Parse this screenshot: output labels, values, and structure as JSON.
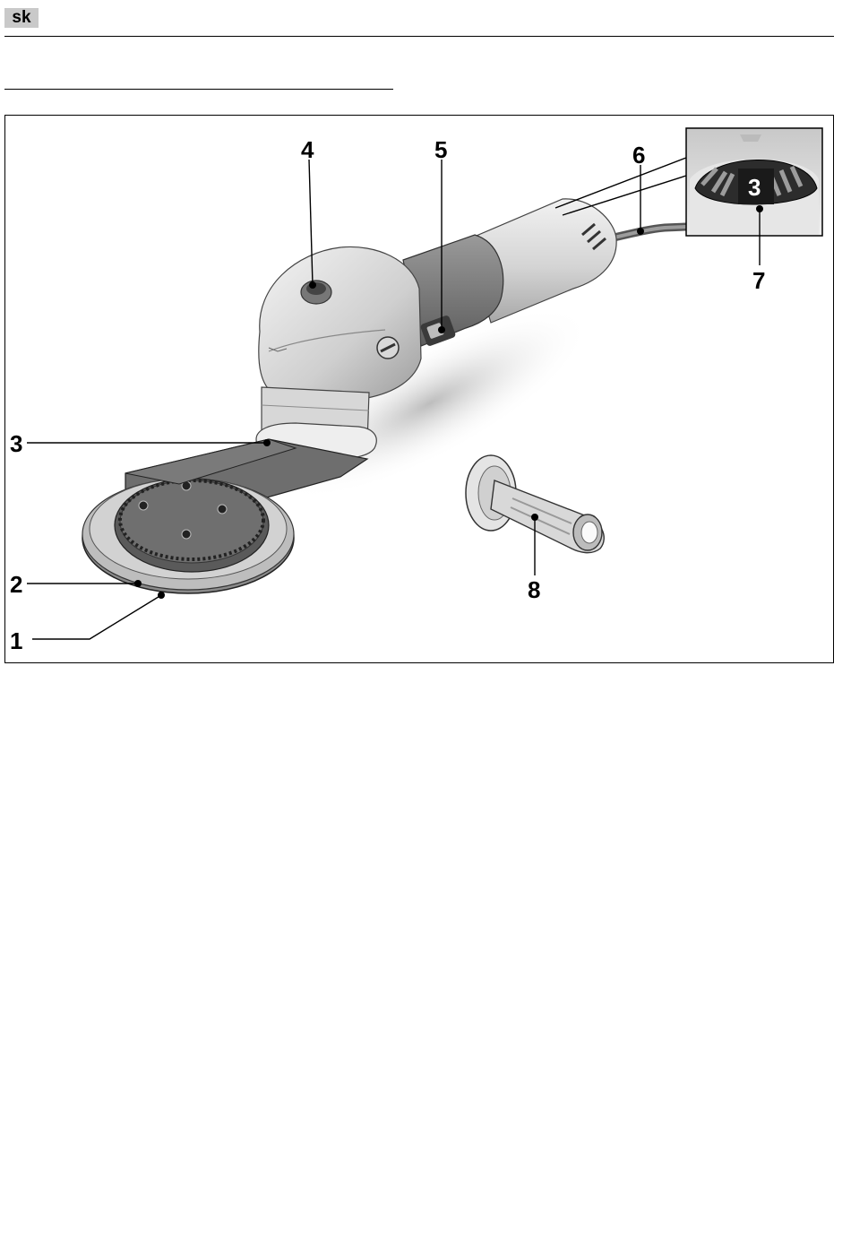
{
  "header": {
    "language_code": "sk"
  },
  "figure": {
    "inset": {
      "dial_setting": "3"
    },
    "callouts": [
      {
        "id": "1",
        "label": "1",
        "part": "disc edge"
      },
      {
        "id": "2",
        "label": "2",
        "part": "toothed disc"
      },
      {
        "id": "3",
        "label": "3",
        "part": "arm mount"
      },
      {
        "id": "4",
        "label": "4",
        "part": "spindle lock button"
      },
      {
        "id": "5",
        "label": "5",
        "part": "on/off switch"
      },
      {
        "id": "6",
        "label": "6",
        "part": "power cable"
      },
      {
        "id": "7",
        "label": "7",
        "part": "speed dial"
      },
      {
        "id": "8",
        "label": "8",
        "part": "auxiliary handle"
      }
    ]
  }
}
